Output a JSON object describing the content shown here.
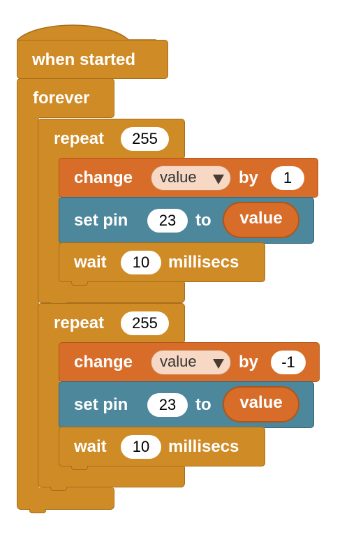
{
  "script": {
    "hat": {
      "label": "when started"
    },
    "forever": {
      "label": "forever"
    },
    "loops": [
      {
        "label": "repeat",
        "count": "255",
        "change": {
          "label": "change",
          "variable": "value",
          "by_label": "by",
          "amount": "1"
        },
        "set_pin": {
          "label": "set pin",
          "pin": "23",
          "to_label": "to",
          "reporter": "value"
        },
        "wait": {
          "label": "wait",
          "amount": "10",
          "unit": "millisecs"
        }
      },
      {
        "label": "repeat",
        "count": "255",
        "change": {
          "label": "change",
          "variable": "value",
          "by_label": "by",
          "amount": "-1"
        },
        "set_pin": {
          "label": "set pin",
          "pin": "23",
          "to_label": "to",
          "reporter": "value"
        },
        "wait": {
          "label": "wait",
          "amount": "10",
          "unit": "millisecs"
        }
      }
    ]
  },
  "colors": {
    "control": "#cf8b26",
    "variables": "#d86d2a",
    "pins": "#4c879c",
    "dropdown_bg": "#f6d8c4",
    "text": "#ffffff"
  },
  "icons": {
    "dropdown": "triangle-down-icon"
  }
}
